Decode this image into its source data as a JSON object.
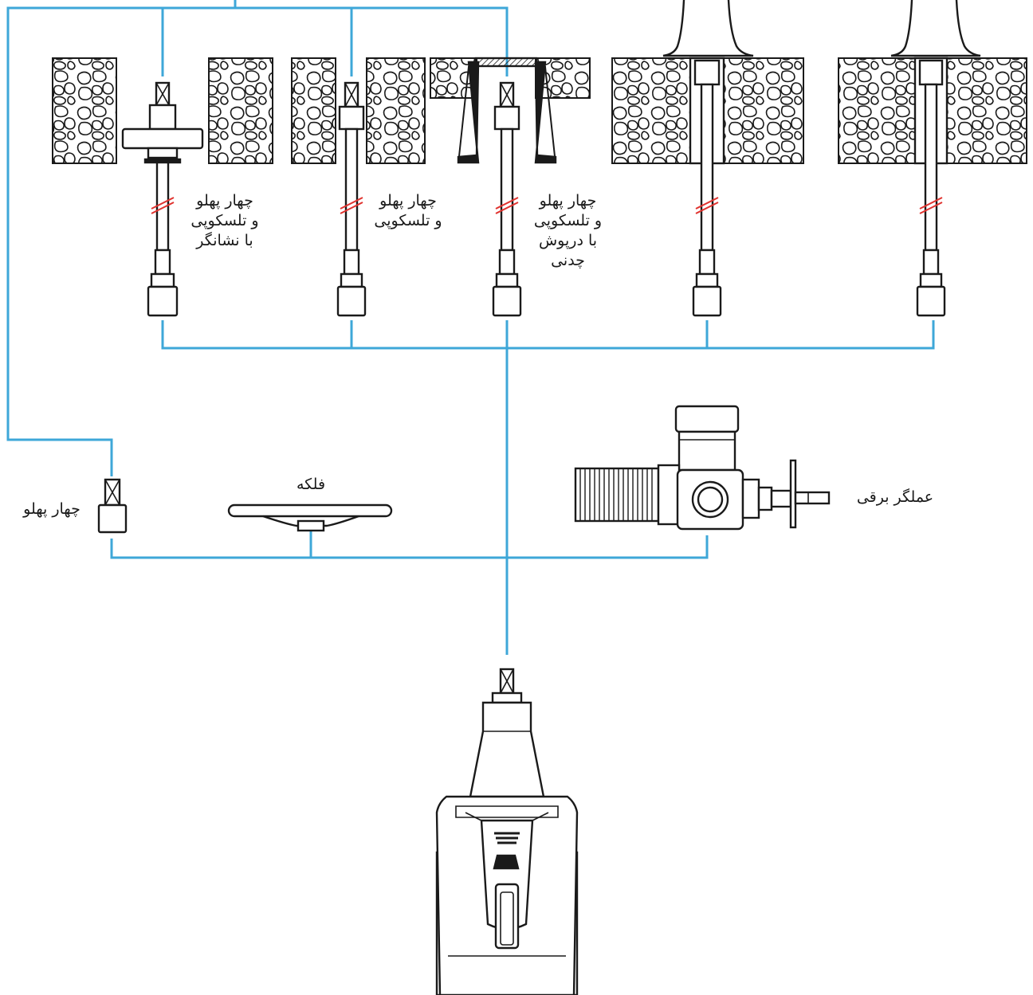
{
  "colors": {
    "connector": "#3ea7d8",
    "ink": "#1a1a1a",
    "cut_mark": "#e0322e",
    "background": "#ffffff"
  },
  "labels": {
    "square_telescopic_indicator": [
      "چهار پهلو",
      "و تلسکوپی",
      "با نشانگر"
    ],
    "square_telescopic": [
      "چهار پهلو",
      "و تلسکوپی"
    ],
    "square_telescopic_castiron_cover": [
      "چهار پهلو",
      "و تلسکوپی",
      "با درپوش",
      "چدنی"
    ],
    "square_cap": "چهار پهلو",
    "handwheel": "فلکه",
    "electric_actuator": "عملگر برقی"
  },
  "icons": [
    "gate-valve-icon",
    "handwheel-icon",
    "electric-actuator-icon",
    "square-cap-icon",
    "telescopic-extension-icon",
    "surface-box-icon",
    "cast-iron-cover-icon",
    "gravel-soil-icon"
  ]
}
